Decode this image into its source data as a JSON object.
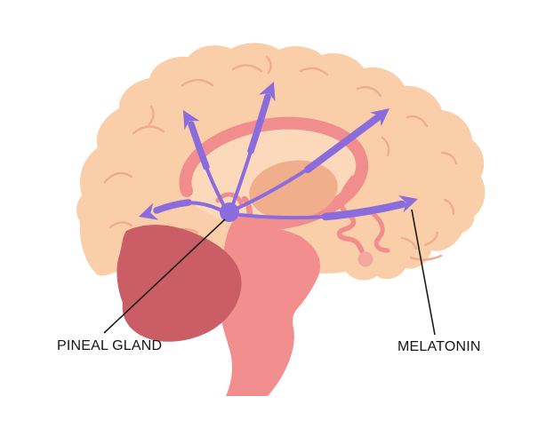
{
  "labels": {
    "pineal_gland": "PINEAL GLAND",
    "melatonin": "MELATONIN"
  },
  "colors": {
    "background": "#FFFFFF",
    "cortex": "#F9CEA8",
    "gyri": "#EFAE8B",
    "inner_fill": "#FBD9BA",
    "ring": "#F18E8D",
    "thalamus": "#F1AE8D",
    "brainstem": "#F28F8E",
    "cerebellum": "#CB5D66",
    "pituitary": "#F3A89D",
    "arrow": "#8A6CDC",
    "pineal": "#8A6CDC",
    "leader": "#1B1B1B",
    "label": "#151515"
  },
  "figure": {
    "type": "anatomical-diagram",
    "subject": "brain sagittal section with pineal gland secreting melatonin",
    "arrow_count": 5
  }
}
